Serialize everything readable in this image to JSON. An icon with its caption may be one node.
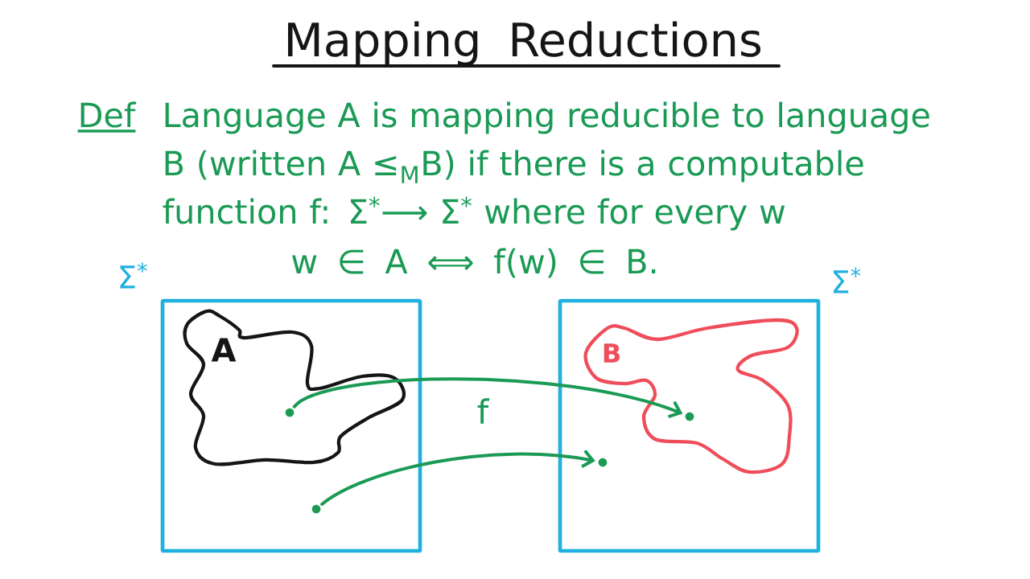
{
  "diagram": {
    "title": "Mapping Reductions",
    "nodes": [
      {
        "text": [
          "Σ$^{*}$"
        ]
      },
      {
        "text": [
          "A"
        ],
        "in": 0
      },
      {
        "text": [],
        "shape": "circle",
        "in": 1
      },
      {
        "text": [],
        "shape": "circle",
        "in": 0
      },
      {
        "text": [
          "Σ$^{*}$"
        ]
      },
      {
        "text": [
          "B"
        ],
        "in": 4
      },
      {
        "text": [],
        "shape": "circle",
        "in": 5
      },
      {
        "text": [],
        "shape": "circle",
        "in": 4
      }
    ],
    "edges": [
      {
        "from": 2,
        "to": 6,
        "arrow": "to",
        "label": "f"
      },
      {
        "from": 3,
        "to": 7,
        "arrow": "to"
      }
    ],
    "labels": [
      "Def",
      "Language A is mapping reducible to language B (written A ≤$_{M}$B) if there is a computable function f: Σ$^{*}$⟶ Σ$^{*}$ where for every w",
      "w ∈ A ⟺ f(w) ∈ B."
    ]
  }
}
